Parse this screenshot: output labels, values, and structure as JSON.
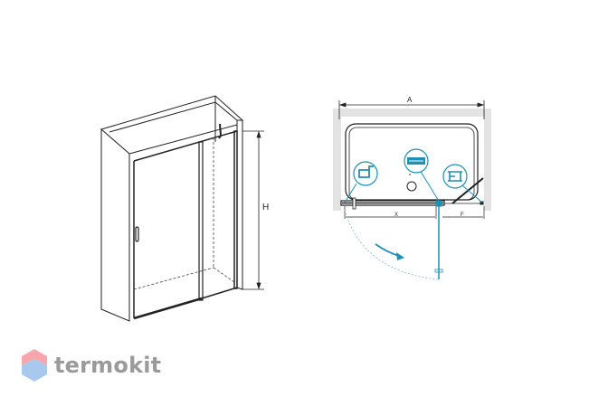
{
  "front_view": {
    "height_label": "H"
  },
  "plan_view": {
    "width_label": "A",
    "door_label": "X",
    "fixed_label": "F"
  },
  "logo": {
    "text": "termokit"
  },
  "colors": {
    "accent": "#1e8fb5",
    "line": "#222222",
    "wall": "#e3e3e3",
    "logo_text": "#9a9a9a",
    "logo_top": "#f7a6ab",
    "logo_bottom": "#a9c8ee"
  }
}
